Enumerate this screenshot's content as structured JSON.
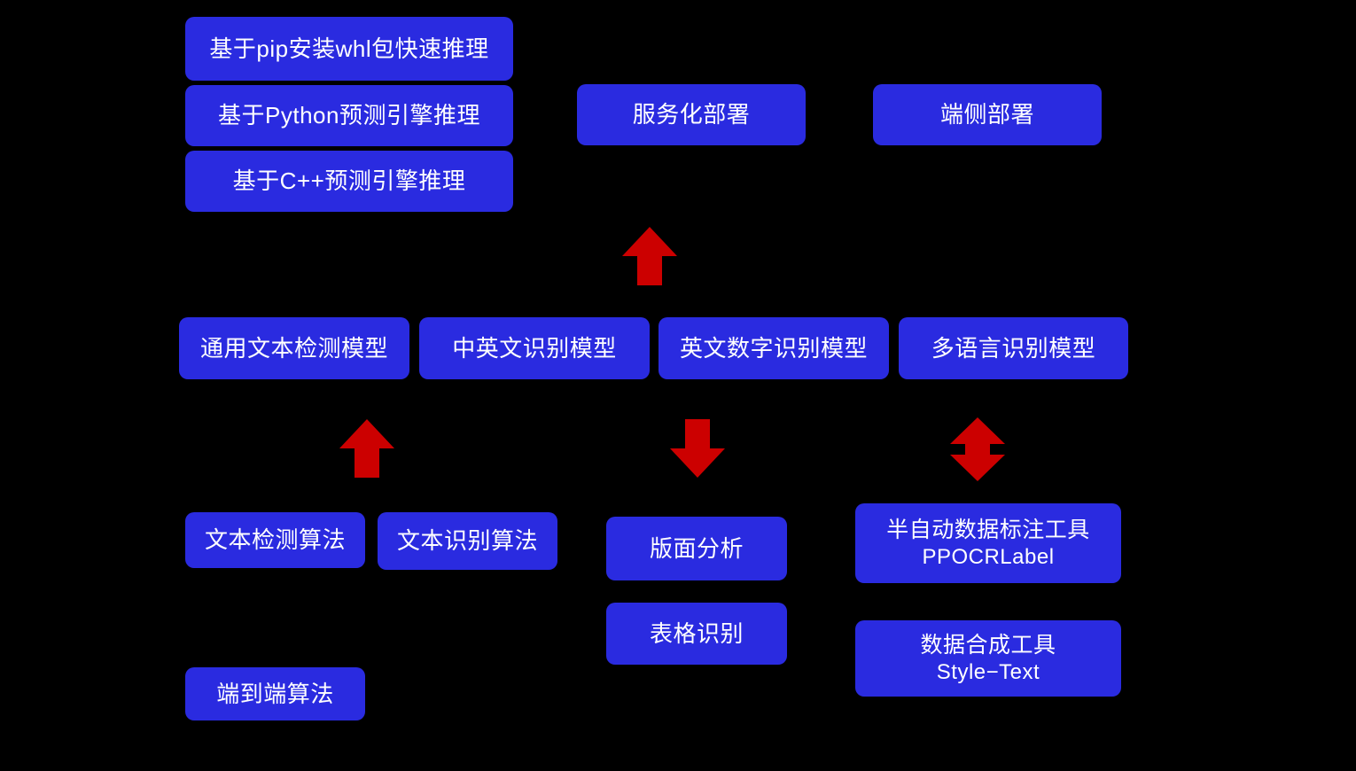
{
  "diagram": {
    "background_color": "#000000",
    "node_color": "#2a2be0",
    "node_text_color": "#ffffff",
    "arrow_color": "#cc0000",
    "nodes": [
      {
        "id": "pip-whl-infer",
        "title": "基于pip安装whl包快速推理",
        "subtitle": ""
      },
      {
        "id": "python-infer",
        "title": "基于Python预测引擎推理",
        "subtitle": ""
      },
      {
        "id": "cpp-infer",
        "title": "基于C++预测引擎推理",
        "subtitle": ""
      },
      {
        "id": "service-deploy",
        "title": "服务化部署",
        "subtitle": ""
      },
      {
        "id": "device-deploy",
        "title": "端侧部署",
        "subtitle": ""
      },
      {
        "id": "general-det-model",
        "title": "通用文本检测模型",
        "subtitle": ""
      },
      {
        "id": "zh-en-rec-model",
        "title": "中英文识别模型",
        "subtitle": ""
      },
      {
        "id": "en-num-rec-model",
        "title": "英文数字识别模型",
        "subtitle": ""
      },
      {
        "id": "multilang-model",
        "title": "多语言识别模型",
        "subtitle": ""
      },
      {
        "id": "text-det-algo",
        "title": "文本检测算法",
        "subtitle": ""
      },
      {
        "id": "text-rec-algo",
        "title": "文本识别算法",
        "subtitle": ""
      },
      {
        "id": "layout-analysis",
        "title": "版面分析",
        "subtitle": ""
      },
      {
        "id": "table-rec",
        "title": "表格识别",
        "subtitle": ""
      },
      {
        "id": "label-tool",
        "title": "半自动数据标注工具",
        "subtitle": "PPOCRLabel"
      },
      {
        "id": "synth-tool",
        "title": "数据合成工具",
        "subtitle": "Style−Text"
      },
      {
        "id": "e2e-algo",
        "title": "端到端算法",
        "subtitle": ""
      }
    ],
    "arrows": [
      {
        "id": "deploy-up-arrow",
        "direction": "up"
      },
      {
        "id": "det-algo-up-arrow",
        "direction": "up"
      },
      {
        "id": "layout-down-arrow",
        "direction": "down"
      },
      {
        "id": "tools-both-arrow",
        "direction": "up-down"
      }
    ]
  }
}
